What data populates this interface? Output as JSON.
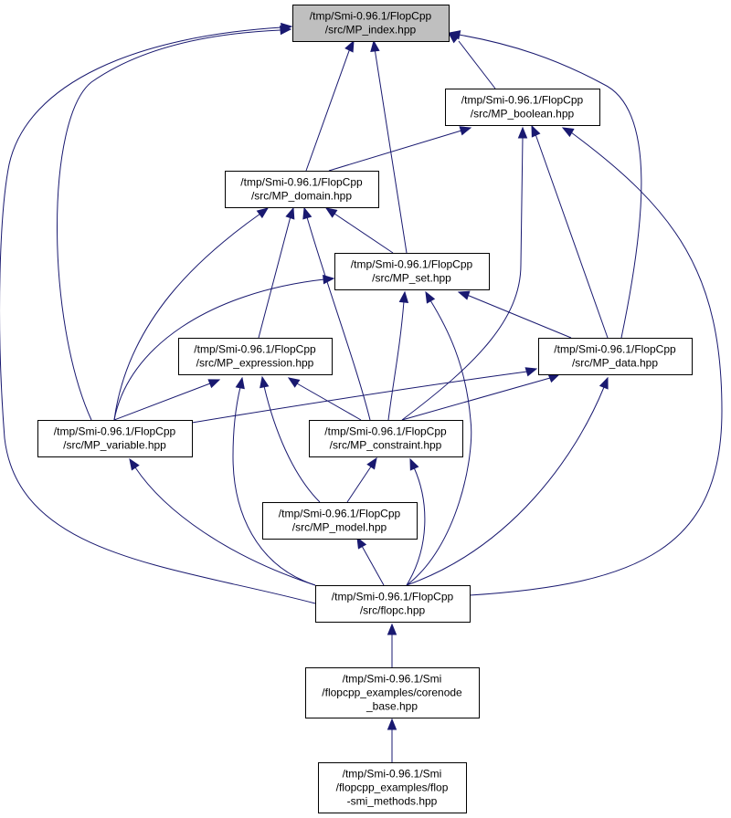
{
  "diagram": {
    "nodes": [
      {
        "id": "mp_index",
        "lines": [
          "/tmp/Smi-0.96.1/FlopCpp",
          "/src/MP_index.hpp"
        ],
        "current": true
      },
      {
        "id": "mp_boolean",
        "lines": [
          "/tmp/Smi-0.96.1/FlopCpp",
          "/src/MP_boolean.hpp"
        ]
      },
      {
        "id": "mp_domain",
        "lines": [
          "/tmp/Smi-0.96.1/FlopCpp",
          "/src/MP_domain.hpp"
        ]
      },
      {
        "id": "mp_set",
        "lines": [
          "/tmp/Smi-0.96.1/FlopCpp",
          "/src/MP_set.hpp"
        ]
      },
      {
        "id": "mp_expression",
        "lines": [
          "/tmp/Smi-0.96.1/FlopCpp",
          "/src/MP_expression.hpp"
        ]
      },
      {
        "id": "mp_data",
        "lines": [
          "/tmp/Smi-0.96.1/FlopCpp",
          "/src/MP_data.hpp"
        ]
      },
      {
        "id": "mp_variable",
        "lines": [
          "/tmp/Smi-0.96.1/FlopCpp",
          "/src/MP_variable.hpp"
        ]
      },
      {
        "id": "mp_constraint",
        "lines": [
          "/tmp/Smi-0.96.1/FlopCpp",
          "/src/MP_constraint.hpp"
        ]
      },
      {
        "id": "mp_model",
        "lines": [
          "/tmp/Smi-0.96.1/FlopCpp",
          "/src/MP_model.hpp"
        ]
      },
      {
        "id": "flopc",
        "lines": [
          "/tmp/Smi-0.96.1/FlopCpp",
          "/src/flopc.hpp"
        ]
      },
      {
        "id": "corenode_base",
        "lines": [
          "/tmp/Smi-0.96.1/Smi",
          "/flopcpp_examples/corenode",
          "_base.hpp"
        ]
      },
      {
        "id": "flop_smi_methods",
        "lines": [
          "/tmp/Smi-0.96.1/Smi",
          "/flopcpp_examples/flop",
          "-smi_methods.hpp"
        ]
      }
    ],
    "edges": [
      {
        "from": "mp_boolean",
        "to": "mp_index"
      },
      {
        "from": "mp_domain",
        "to": "mp_index"
      },
      {
        "from": "mp_set",
        "to": "mp_index"
      },
      {
        "from": "mp_data",
        "to": "mp_index"
      },
      {
        "from": "mp_variable",
        "to": "mp_index"
      },
      {
        "from": "flopc",
        "to": "mp_index"
      },
      {
        "from": "mp_domain",
        "to": "mp_boolean"
      },
      {
        "from": "mp_data",
        "to": "mp_boolean"
      },
      {
        "from": "mp_constraint",
        "to": "mp_boolean"
      },
      {
        "from": "flopc",
        "to": "mp_boolean"
      },
      {
        "from": "mp_set",
        "to": "mp_domain"
      },
      {
        "from": "mp_expression",
        "to": "mp_domain"
      },
      {
        "from": "mp_variable",
        "to": "mp_domain"
      },
      {
        "from": "mp_constraint",
        "to": "mp_domain"
      },
      {
        "from": "mp_data",
        "to": "mp_set"
      },
      {
        "from": "mp_variable",
        "to": "mp_set"
      },
      {
        "from": "mp_constraint",
        "to": "mp_set"
      },
      {
        "from": "flopc",
        "to": "mp_set"
      },
      {
        "from": "mp_variable",
        "to": "mp_expression"
      },
      {
        "from": "mp_constraint",
        "to": "mp_expression"
      },
      {
        "from": "mp_model",
        "to": "mp_expression"
      },
      {
        "from": "flopc",
        "to": "mp_expression"
      },
      {
        "from": "mp_variable",
        "to": "mp_data"
      },
      {
        "from": "mp_constraint",
        "to": "mp_data"
      },
      {
        "from": "flopc",
        "to": "mp_data"
      },
      {
        "from": "flopc",
        "to": "mp_variable"
      },
      {
        "from": "mp_model",
        "to": "mp_constraint"
      },
      {
        "from": "flopc",
        "to": "mp_constraint"
      },
      {
        "from": "flopc",
        "to": "mp_model"
      },
      {
        "from": "corenode_base",
        "to": "flopc"
      },
      {
        "from": "flop_smi_methods",
        "to": "corenode_base"
      }
    ]
  }
}
